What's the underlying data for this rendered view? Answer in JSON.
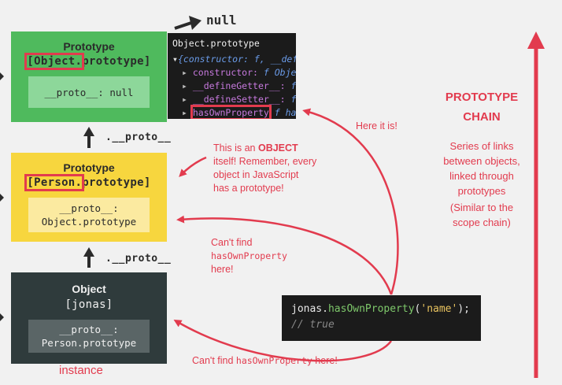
{
  "null_label": "null",
  "boxes": {
    "object_prototype": {
      "title": "Prototype",
      "sub_prefix": "[Object.",
      "sub_suffix": "prototype]",
      "inner": "__proto__: null"
    },
    "person_prototype": {
      "title": "Prototype",
      "sub_prefix": "[Person.",
      "sub_suffix": "prototype]",
      "inner_line1": "__proto__:",
      "inner_line2": "Object.prototype"
    },
    "instance": {
      "title": "Object",
      "sub": "[jonas]",
      "inner_line1": "__proto__:",
      "inner_line2": "Person.prototype",
      "caption": "instance"
    }
  },
  "proto_links": [
    ".__proto__",
    ".__proto__"
  ],
  "console": {
    "title": "Object.prototype",
    "line2": "{constructor: f, __def",
    "items": [
      {
        "name": "constructor:",
        "value": "f Object"
      },
      {
        "name": "__defineGetter__:",
        "value": "f"
      },
      {
        "name": "__defineSetter__:",
        "value": "f"
      },
      {
        "name": "hasOwnProperty",
        "value": "f ha"
      }
    ]
  },
  "notes": {
    "here_it_is": "Here it is!",
    "object_itself": [
      "This is an ",
      "OBJECT",
      "itself! Remember, every",
      "object in JavaScript",
      "has a prototype!"
    ],
    "cant_find_1": [
      "Can't find",
      "hasOwnProperty",
      "here!"
    ],
    "cant_find_2_prefix": "Can't find ",
    "cant_find_2_code": "hasOwnProperty",
    "cant_find_2_suffix": " here!"
  },
  "code": {
    "obj": "jonas.",
    "method": "hasOwnProperty",
    "arg": "'name'",
    "tail": ");",
    "comment": "// true"
  },
  "sidebar": {
    "heading1": "PROTOTYPE",
    "heading2": "CHAIN",
    "desc": [
      "Series of links",
      "between objects,",
      "linked through",
      "prototypes"
    ],
    "note": [
      "(Similar to the",
      "scope chain)"
    ]
  },
  "colors": {
    "accent_red": "#e23b4e",
    "green": "#4fba5d",
    "yellow": "#f7d63e",
    "dark": "#2f3b3c"
  }
}
